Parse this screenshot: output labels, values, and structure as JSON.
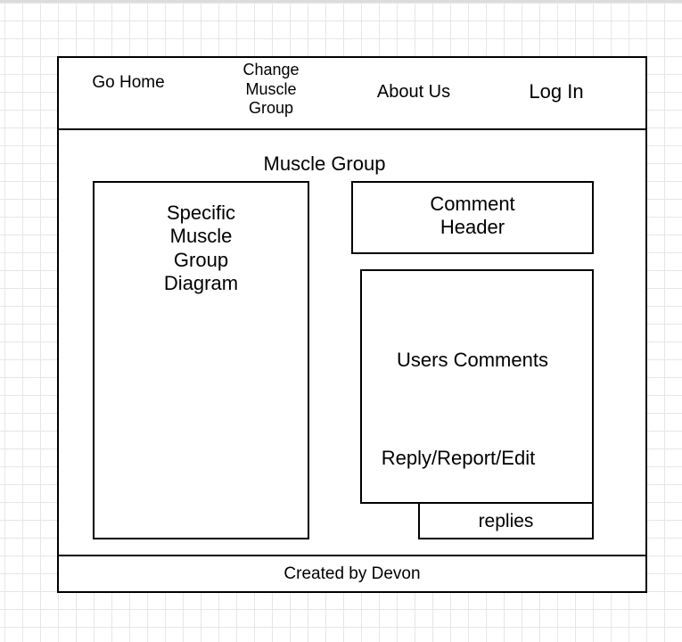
{
  "nav": {
    "home": "Go Home",
    "change_group": "Change\nMuscle\nGroup",
    "about": "About Us",
    "login": "Log In"
  },
  "main": {
    "title": "Muscle Group",
    "diagram": "Specific\nMuscle\nGroup\nDiagram",
    "comment_header": "Comment\nHeader",
    "users_comments": "Users Comments",
    "comment_actions": "Reply/Report/Edit",
    "replies": "replies"
  },
  "footer": {
    "credit": "Created by Devon"
  }
}
